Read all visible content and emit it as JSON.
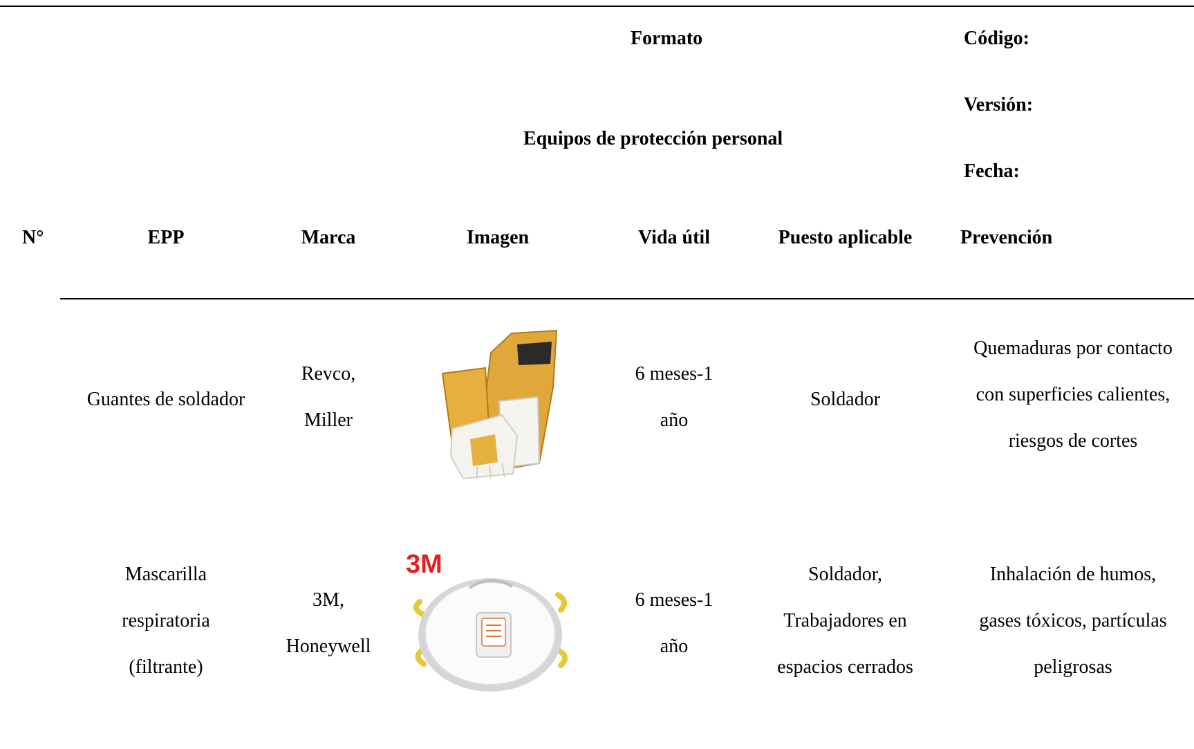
{
  "header": {
    "formato_label": "Formato",
    "title": "Equipos de protección personal",
    "codigo_label": "Código:",
    "version_label": "Versión:",
    "fecha_label": "Fecha:"
  },
  "table": {
    "columns": [
      "N°",
      "EPP",
      "Marca",
      "Imagen",
      "Vida útil",
      "Puesto aplicable",
      "Prevención"
    ],
    "rows": [
      {
        "epp": [
          "Guantes de soldador"
        ],
        "marca": [
          "Revco,",
          "Miller"
        ],
        "image_icon": "welding-gloves-image",
        "vida": [
          "6 meses-1",
          "año"
        ],
        "puesto": [
          "Soldador"
        ],
        "prevencion": [
          "Quemaduras por contacto",
          "con superficies calientes,",
          "riesgos de cortes"
        ]
      },
      {
        "epp": [
          "Mascarilla",
          "respiratoria",
          "(filtrante)"
        ],
        "marca": [
          "3M,",
          "Honeywell"
        ],
        "image_icon": "respirator-mask-image",
        "image_logo_text": "3M",
        "vida": [
          "6 meses-1",
          "año"
        ],
        "puesto": [
          "Soldador,",
          "Trabajadores en",
          "espacios cerrados"
        ],
        "prevencion": [
          "Inhalación de humos,",
          "gases tóxicos, partículas",
          "peligrosas"
        ]
      }
    ]
  }
}
